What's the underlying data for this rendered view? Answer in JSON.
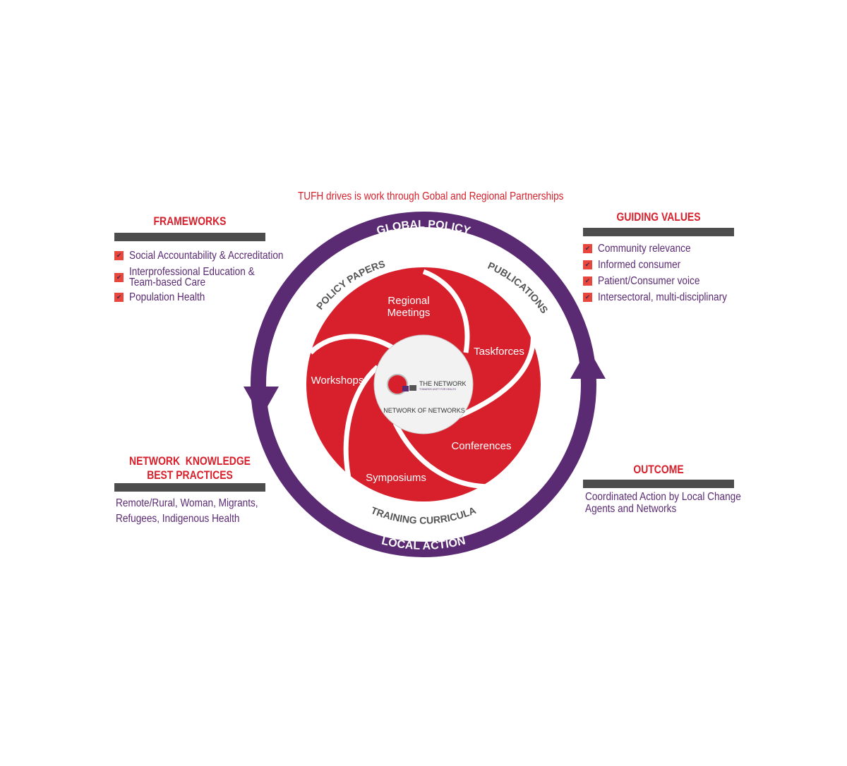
{
  "tagline": "TUFH drives is work through Gobal and Regional Partnerships",
  "ring": {
    "top": "GLOBAL POLICY",
    "bottom": "LOCAL ACTION"
  },
  "arcs": {
    "policy_papers": "POLICY PAPERS",
    "publications": "PUBLICATIONS",
    "training": "TRAINING CURRICULA"
  },
  "segments": [
    "Regional",
    "Meetings",
    "Taskforces",
    "Conferences",
    "Symposiums",
    "Workshops"
  ],
  "center": {
    "logo_title": "THE NETWORK",
    "logo_sub": "TOWARDS UNITY FOR HEALTH",
    "label": "NETWORK OF NETWORKS"
  },
  "frameworks": {
    "title": "FRAMEWORKS",
    "items": [
      "Social Accountability & Accreditation",
      "Interprofessional Education &",
      "Team-based Care",
      "Population Health"
    ]
  },
  "guiding": {
    "title": "GUIDING VALUES",
    "items": [
      "Community relevance",
      "Informed consumer",
      "Patient/Consumer voice",
      "Intersectoral, multi-disciplinary"
    ]
  },
  "knowledge": {
    "title1": "NETWORK  KNOWLEDGE",
    "title2": "BEST PRACTICES",
    "lines": [
      "Remote/Rural, Woman, Migrants,",
      "Refugees, Indigenous Health"
    ]
  },
  "outcome": {
    "title": "OUTCOME",
    "lines": [
      "Coordinated Action by Local Change",
      "Agents and Networks"
    ]
  },
  "colors": {
    "red": "#d7202c",
    "purple": "#5a2a73",
    "gray": "#4d4d4d"
  }
}
